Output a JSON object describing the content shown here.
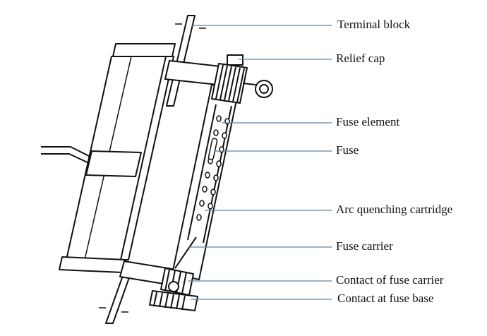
{
  "labels": {
    "terminal_block": "Terminal block",
    "relief_cap": "Relief cap",
    "fuse_element": "Fuse element",
    "fuse": "Fuse",
    "arc_quenching_cartridge": "Arc quenching cartridge",
    "fuse_carrier": "Fuse carrier",
    "contact_of_fuse_carrier": "Contact of fuse carrier",
    "contact_at_fuse_base": "Contact at fuse base"
  },
  "colors": {
    "stroke": "#111111",
    "leader": "#5b86a8",
    "fill": "#ffffff"
  }
}
